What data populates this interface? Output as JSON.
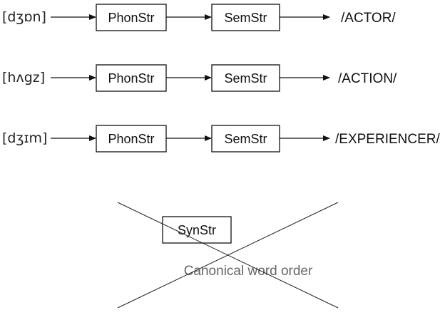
{
  "rows": [
    {
      "phonetic": "[dʒɒn]",
      "phon_box": "PhonStr",
      "sem_box": "SemStr",
      "role": "/ACTOR/"
    },
    {
      "phonetic": "[hʌgz]",
      "phon_box": "PhonStr",
      "sem_box": "SemStr",
      "role": "/ACTION/"
    },
    {
      "phonetic": "[dʒɪm]",
      "phon_box": "PhonStr",
      "sem_box": "SemStr",
      "role": "/EXPERIENCER/"
    }
  ],
  "crossed_out": {
    "box_label": "SynStr",
    "caption": "Canonical word order"
  }
}
